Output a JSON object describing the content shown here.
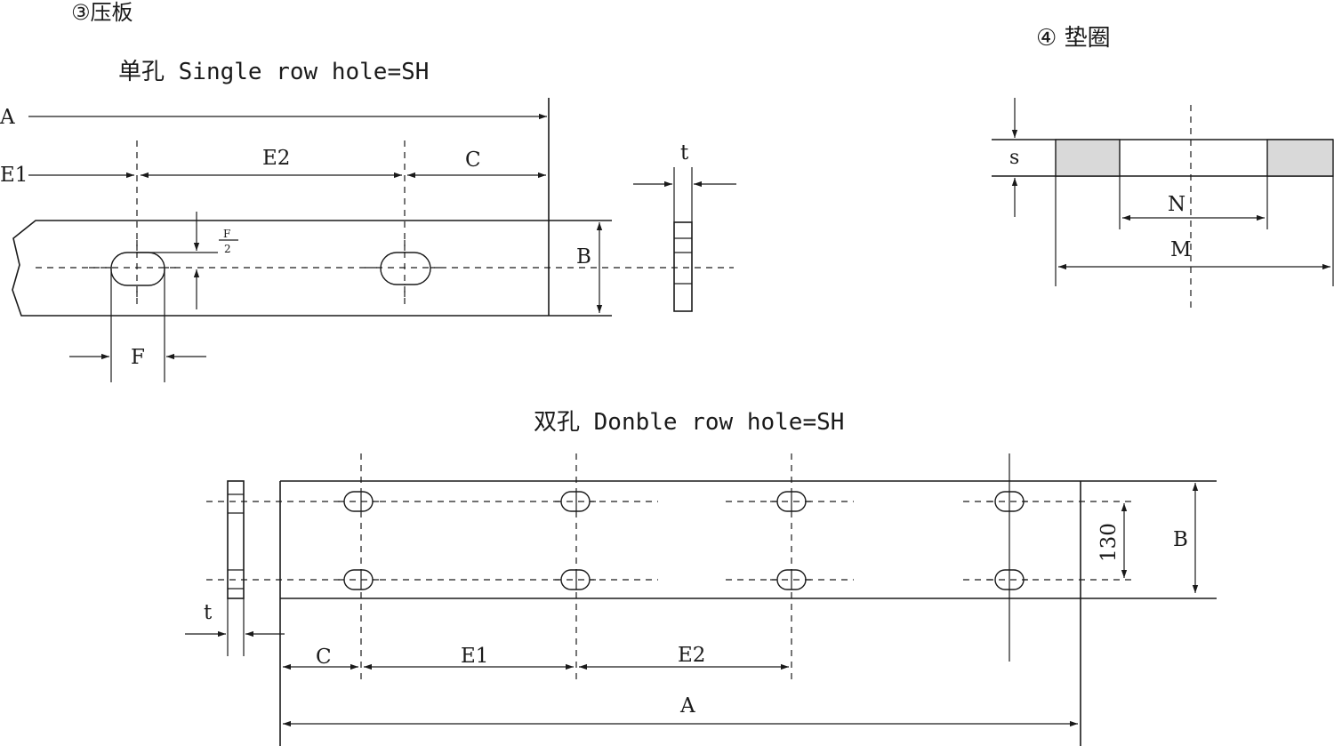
{
  "pressure_plate": {
    "section_title": "③压板",
    "single": {
      "title": "单孔 Single row hole=SH",
      "labels": {
        "A": "A",
        "E1": "E1",
        "E2": "E2",
        "C": "C",
        "B": "B",
        "F": "F",
        "F_num": "F",
        "F_den": "2",
        "t": "t"
      }
    },
    "double": {
      "title": "双孔  Donble row hole=SH",
      "labels": {
        "t": "t",
        "C": "C",
        "E1": "E1",
        "E2": "E2",
        "A": "A",
        "B": "B",
        "dim130": "130"
      }
    }
  },
  "washer": {
    "section_title": "④ 垫圈",
    "labels": {
      "s": "s",
      "N": "N",
      "M": "M"
    },
    "shade_color": "#d9d9d9"
  }
}
